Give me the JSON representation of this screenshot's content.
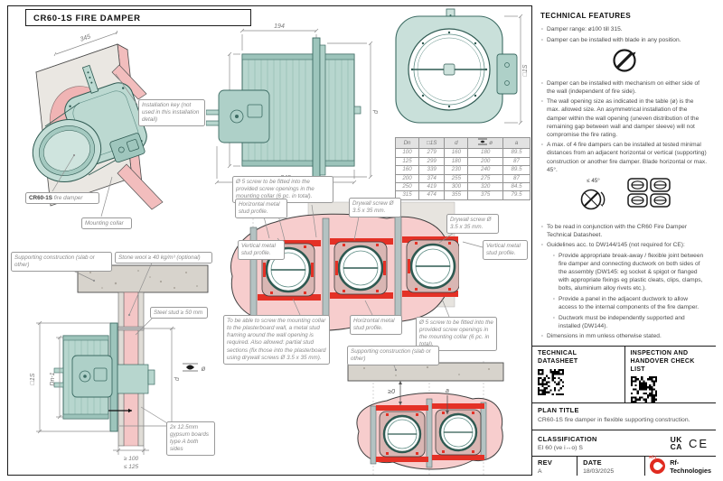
{
  "page": {
    "title": "CR60-1S FIRE DAMPER"
  },
  "technical_features": {
    "heading": "TECHNICAL FEATURES",
    "bullets_1": [
      "Damper range: ø100 till 315.",
      "Damper can be installed with blade in any position."
    ],
    "bullets_2": [
      "Damper can be installed with mechanism on either side of the wall (independent of fire side).",
      "The wall opening size as indicated in the table (ø) is the max. allowed size. An asymmetrical installation of the damper within the wall opening (uneven distribution of the remaining gap between wall and damper sleeve) will not compromise the fire rating.",
      "A max. of 4 fire dampers can be installed at tested minimal distances from an adjacent horizontal or vertical (supporting) construction or another fire damper. Blade horizontal or max. 45°."
    ],
    "bullets_3": [
      "To be read in conjunction with the CR60 Fire Damper Technical Datasheet.",
      "Guidelines acc. to DW144/145 (not required for CE):"
    ],
    "sub_bullets": [
      "Provide appropriate break-away / flexible joint between fire damper and connecting ductwork on both sides of the assembly (DW145: eg socket & spigot or flanged with appropriate fixings eg plastic cleats, clips, clamps, bolts, aluminium alloy rivets etc.).",
      "Provide a panel in the adjacent ductwork to allow access to the internal components of the fire damper.",
      "Ductwork must be independently supported and installed (DW144)."
    ],
    "bullets_4": [
      "Dimensions in mm unless otherwise stated."
    ],
    "angle_label": "≤ 45°"
  },
  "table": {
    "headers": [
      {
        "label": "Dn"
      },
      {
        "label": "□1S"
      },
      {
        "label": "d"
      },
      {
        "label": "ø",
        "icon": "wall-opening-icon"
      },
      {
        "label": "a"
      }
    ],
    "rows": [
      [
        "100",
        "279",
        "160",
        "180",
        "89.5"
      ],
      [
        "125",
        "299",
        "180",
        "200",
        "87"
      ],
      [
        "160",
        "339",
        "230",
        "240",
        "89.5"
      ],
      [
        "200",
        "374",
        "255",
        "275",
        "87"
      ],
      [
        "250",
        "419",
        "300",
        "320",
        "84.5"
      ],
      [
        "315",
        "474",
        "355",
        "375",
        "79.5"
      ]
    ]
  },
  "callouts": {
    "installation_key": "Installation key (not used in this installation detail)",
    "fire_damper_bold": "CR60-1S",
    "fire_damper_rest": " fire damper",
    "mounting_collar": "Mounting collar",
    "supporting_construction": "Supporting construction (slab or other)",
    "stone_wool": "Stone wool ≥ 40 kg/m³ (optional)",
    "steel_stud": "Steel stud ≥ 50 mm",
    "gypsum_boards": "2x 12.5mm gypsum boards type A both sides",
    "screw_note": "Ø 5 screw to be fitted into the provided screw openings in the mounting collar (6 pc. in total).",
    "horizontal_stud": "Horizontal metal stud profile.",
    "vertical_stud": "Vertical metal stud profile.",
    "drywall_screw": "Drywall screw Ø 3.5 x 35 mm.",
    "mounting_note": "To be able to screw the mounting collar to the plasterboard wall, a metal stud framing around the wall opening is required. Also allowed: partial stud sections (fix those into the plasterboard using drywall screws Ø 3.5 x 35 mm)."
  },
  "dimensions": {
    "depth_to_flange": "194",
    "total_depth": "345",
    "dn1": "Dn-1",
    "d": "d",
    "square_1s": "□1S",
    "min_wall": "≥ 100",
    "max_wall": "≤ 125",
    "gap": "≥0",
    "a": "a",
    "phi": "ø"
  },
  "footer": {
    "technical_datasheet": "TECHNICAL DATASHEET",
    "inspection": "INSPECTION AND HANDOVER CHECK LIST",
    "plan_title_label": "PLAN TITLE",
    "plan_title": "CR60-1S fire damper in flexible supporting construction.",
    "classification_label": "CLASSIFICATION",
    "classification": "EI 60 (ve i↔o) S",
    "rev_label": "REV",
    "rev": "A",
    "date_label": "DATE",
    "date": "18/03/2025",
    "brand": "Rf-Technologies",
    "brand_short": "Rf-t",
    "ukca_line1": "UK",
    "ukca_line2": "CA",
    "ce": "CE"
  }
}
